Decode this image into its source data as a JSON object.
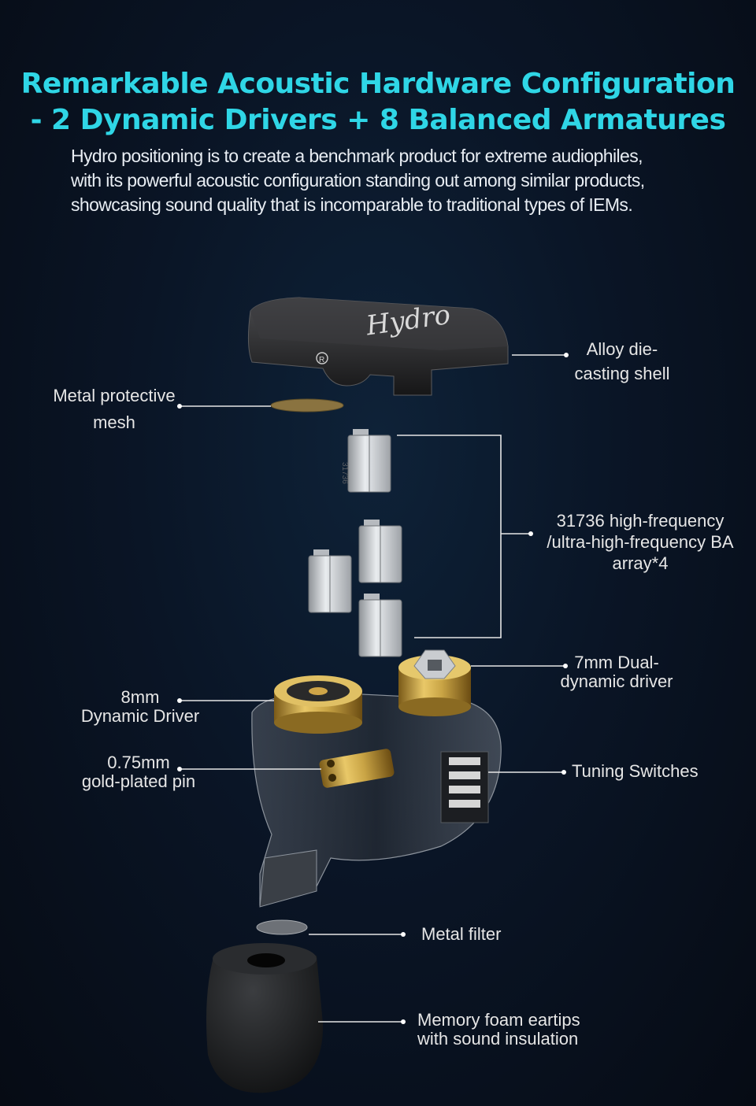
{
  "heading": {
    "line1": "Remarkable Acoustic Hardware Configuration",
    "line2": "- 2 Dynamic Drivers + 8 Balanced Armatures"
  },
  "intro": [
    "Hydro positioning is to create a benchmark product for extreme audiophiles,",
    "with its powerful acoustic configuration standing out among similar products,",
    "showcasing sound quality that is incomparable to traditional types of IEMs."
  ],
  "shell_logo": "Hydro",
  "ba_code": "31736",
  "labels": {
    "shell": [
      "Alloy die-",
      "casting shell"
    ],
    "mesh": [
      "Metal protective",
      "mesh"
    ],
    "ba": [
      "31736 high-frequency",
      "/ultra-high-frequency BA",
      "array*4"
    ],
    "dual": [
      "7mm Dual-",
      "dynamic driver"
    ],
    "dd8": [
      "8mm",
      "Dynamic Driver"
    ],
    "pin": [
      "0.75mm",
      "gold-plated pin"
    ],
    "switch": "Tuning Switches",
    "filter": "Metal filter",
    "eartip": [
      "Memory foam eartips",
      "with sound insulation"
    ]
  },
  "colors": {
    "headline": "#2fd6e6",
    "gold": "#c9a445",
    "shell": "#2b2b2d"
  }
}
